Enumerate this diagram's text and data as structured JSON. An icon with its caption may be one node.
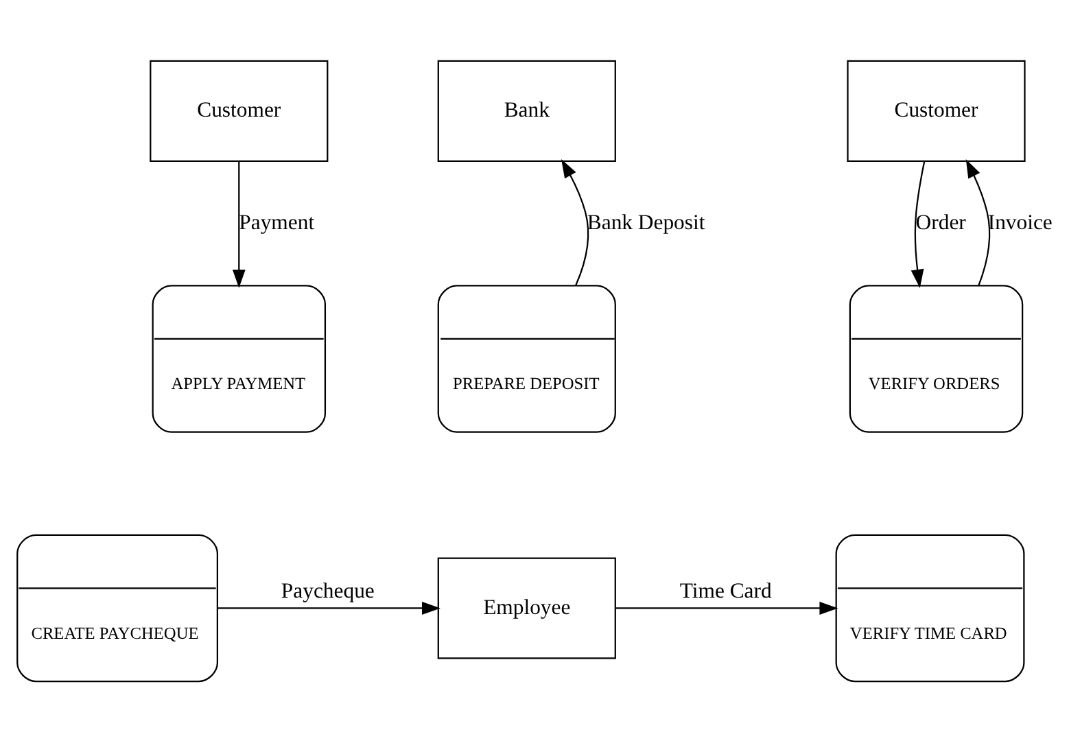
{
  "diagram": {
    "nodes": [
      {
        "text": [
          "Customer"
        ]
      },
      {
        "text": [
          "APPLY PAYMENT"
        ]
      },
      {
        "text": [
          "Bank"
        ]
      },
      {
        "text": [
          "PREPARE DEPOSIT"
        ]
      },
      {
        "text": [
          "Customer"
        ]
      },
      {
        "text": [
          "VERIFY ORDERS"
        ]
      },
      {
        "text": [
          "VERIFY TIME CARD"
        ]
      },
      {
        "text": [
          "Employee"
        ]
      },
      {
        "text": [
          "CREATE PAYCHEQUE"
        ]
      }
    ],
    "edges": [
      {
        "from": 0,
        "to": 1,
        "arrow": "to",
        "label": "Payment"
      },
      {
        "from": 3,
        "to": 2,
        "arrow": "to",
        "label": "Bank Deposit"
      },
      {
        "from": 4,
        "to": 5,
        "arrow": "to",
        "label": "Order"
      },
      {
        "from": 5,
        "to": 4,
        "arrow": "to",
        "label": "Invoice"
      },
      {
        "from": 7,
        "to": 6,
        "arrow": "to",
        "label": "Time Card"
      },
      {
        "from": 8,
        "to": 7,
        "arrow": "to",
        "label": "Paycheque"
      }
    ]
  }
}
